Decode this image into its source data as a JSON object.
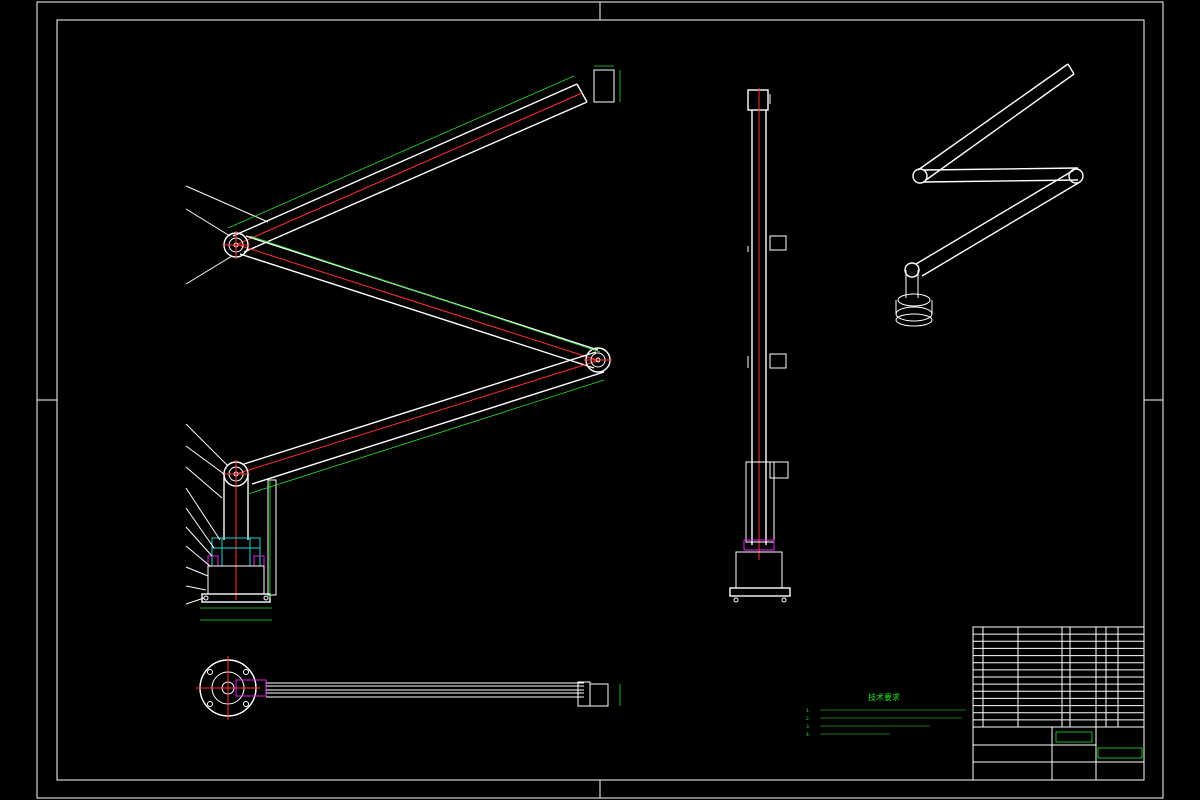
{
  "colors": {
    "background": "#000000",
    "outline": "#ffffff",
    "centerline": "#ff3030",
    "dimension": "#22e022",
    "section": "#20d0d0",
    "highlight": "#e020e0"
  },
  "tech_requirements": {
    "title": "技术要求",
    "items": [
      "1.",
      "2.",
      "3.",
      "4."
    ]
  },
  "title_block": {
    "drawing_name": ""
  }
}
